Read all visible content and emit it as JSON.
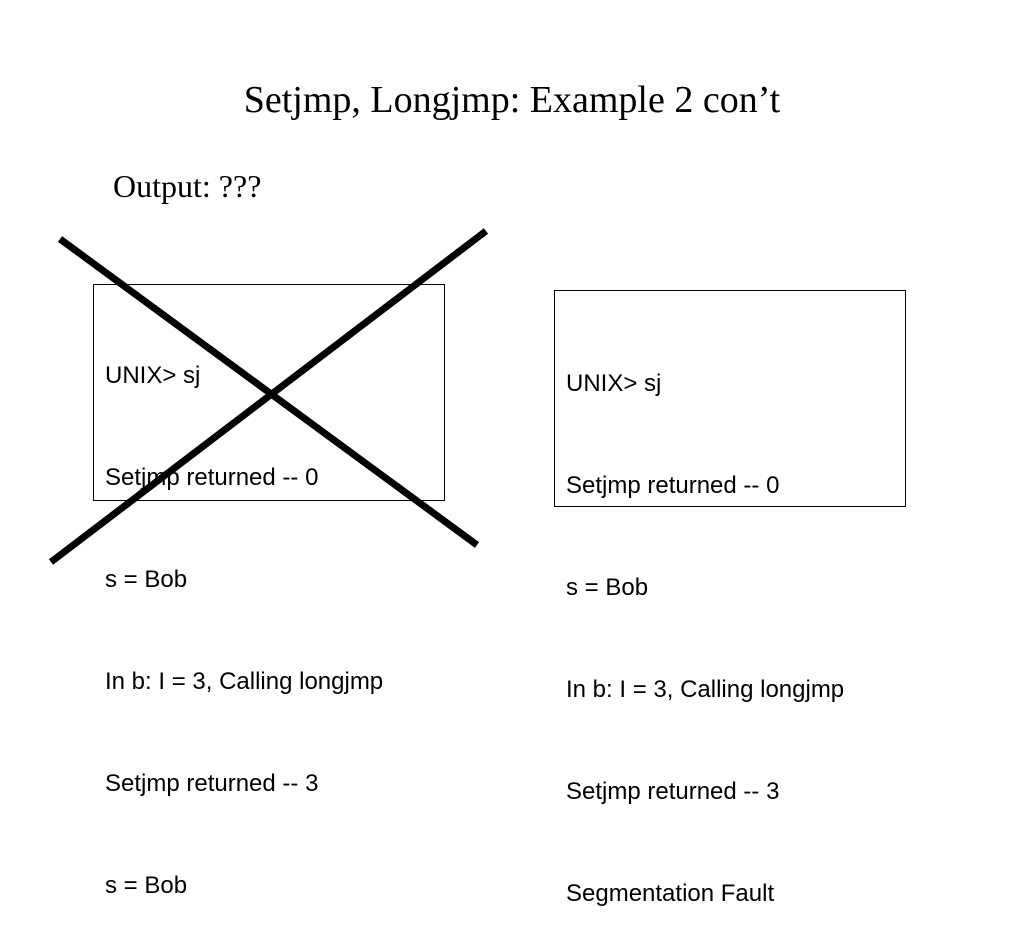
{
  "slide": {
    "title": "Setjmp, Longjmp: Example 2 con’t",
    "subtitle": "Output: ???"
  },
  "incorrect_output": {
    "lines": [
      "UNIX> sj",
      "Setjmp returned -- 0",
      "s = Bob",
      "In b: I = 3, Calling longjmp",
      "Setjmp returned -- 3",
      "s = Bob"
    ]
  },
  "correct_output": {
    "lines": [
      "UNIX> sj",
      "Setjmp returned -- 0",
      "s = Bob",
      "In b: I = 3, Calling longjmp",
      "Setjmp returned -- 3",
      "Segmentation Fault"
    ]
  },
  "cross_color": "#000000"
}
